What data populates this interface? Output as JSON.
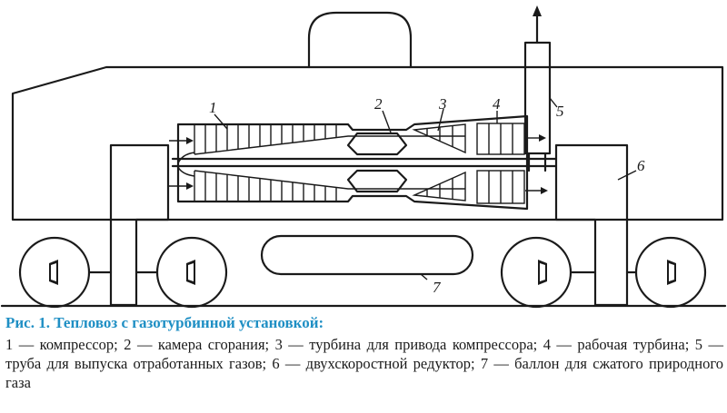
{
  "caption": {
    "title": "Рис. 1. Тепловоз с газотурбинной установкой:"
  },
  "legend": [
    "1 — компрессор; ",
    "2 — камера сгорания; ",
    "3 — турбина для привода компрессора; ",
    "4 — рабочая турбина; ",
    "5 — труба для выпуска отработанных газов; ",
    "6 — двухскоростной редуктор; ",
    "7 — баллон для сжатого природного газа"
  ],
  "labels": {
    "l1": "1",
    "l2": "2",
    "l3": "3",
    "l4": "4",
    "l5": "5",
    "l6": "6",
    "l7": "7"
  }
}
